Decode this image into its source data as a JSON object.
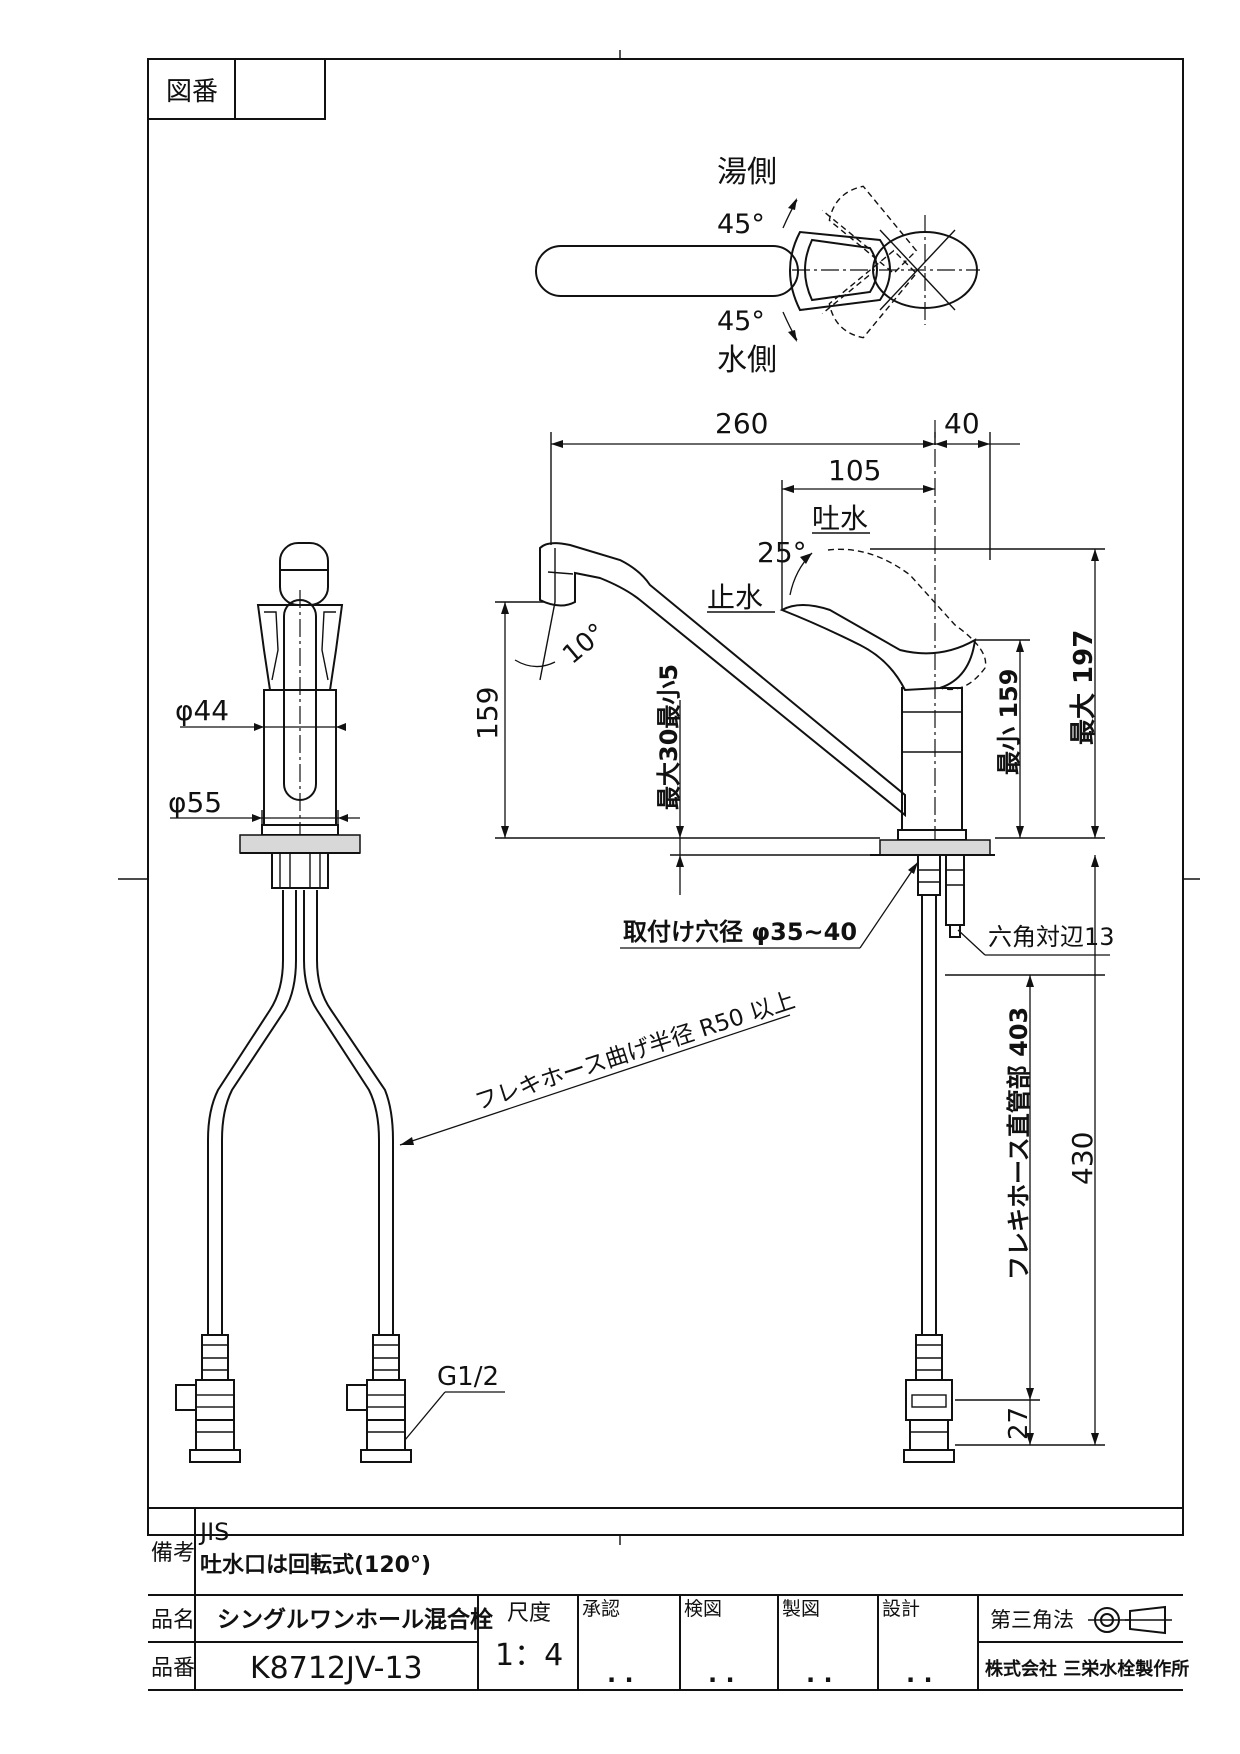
{
  "title_block": {
    "fig_no_label": "図番",
    "fig_no_value": "",
    "remarks_label": "備考",
    "remarks": [
      "JIS",
      "吐水口は回転式(120°)"
    ],
    "product_name_label": "品名",
    "product_name": "シングルワンホール混合栓",
    "product_no_label": "品番",
    "product_no": "K8712JV-13",
    "scale_label": "尺度",
    "scale": "1：4",
    "approval_label": "承認",
    "check_label": "検図",
    "draw_label": "製図",
    "design_label": "設計",
    "date_placeholder": ". .",
    "projection": "第三角法",
    "company": "株式会社 三栄水栓製作所"
  },
  "annotations": {
    "hot_side": "湯側",
    "cold_side": "水側",
    "angle_hot": "45°",
    "angle_cold": "45°",
    "dim_260": "260",
    "dim_40": "40",
    "dim_105": "105",
    "water_out": "吐水",
    "angle_25": "25°",
    "water_stop": "止水",
    "angle_10": "10°",
    "dim_159": "159",
    "max30min5": "最大30最小5",
    "min159": "最小 159",
    "max197": "最大 197",
    "mount_hole": "取付け穴径  φ35~40",
    "hex13": "六角対辺13",
    "phi44": "φ44",
    "phi55": "φ55",
    "flex_radius": "フレキホース曲げ半径  R50 以上",
    "flex_straight": "フレキホース直管部 403",
    "dim_430": "430",
    "dim_27": "27",
    "g12": "G1/2"
  }
}
